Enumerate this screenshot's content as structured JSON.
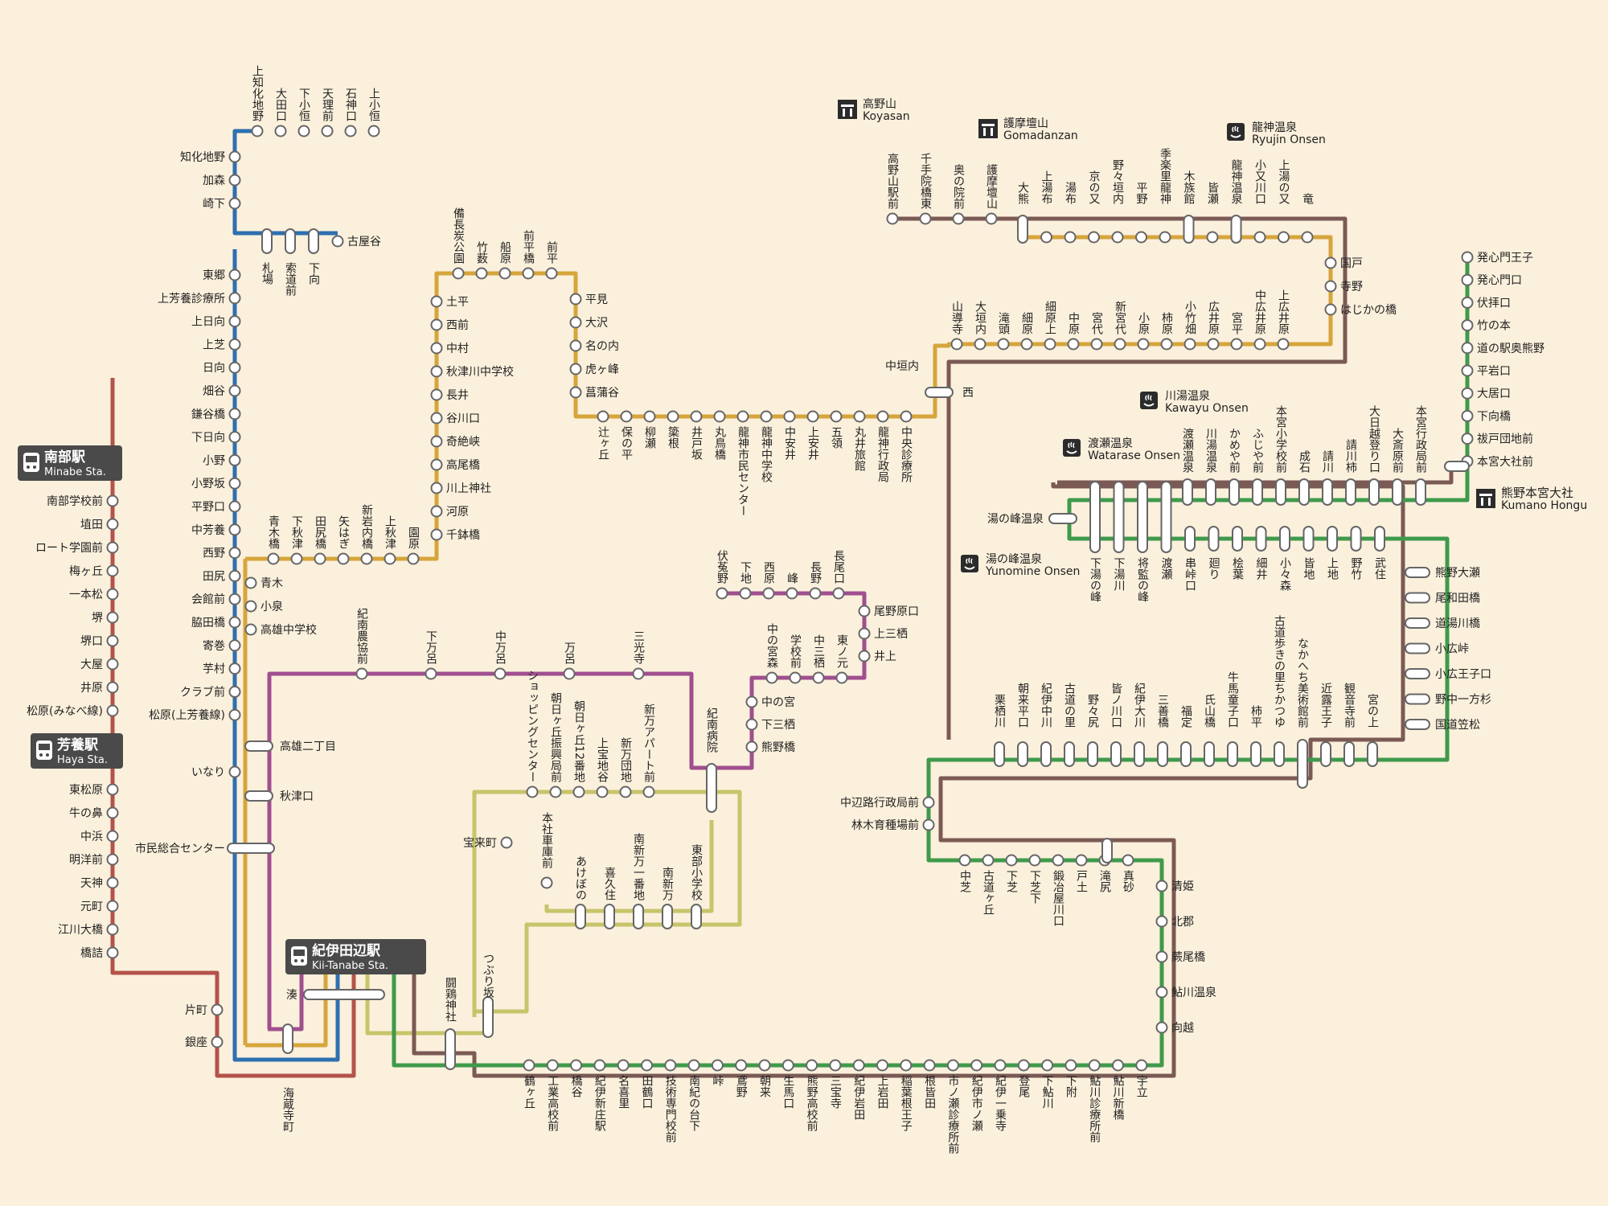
{
  "colors": {
    "red": "#b5524a",
    "blue": "#2e6fb0",
    "yellow": "#d6a53b",
    "purple": "#a04f8f",
    "olive": "#c6c56a",
    "brown": "#7b5a55",
    "green": "#3f9a4b"
  },
  "terminals": {
    "minabe": {
      "ja": "南部駅",
      "en": "Minabe Sta."
    },
    "haya": {
      "ja": "芳養駅",
      "en": "Haya Sta."
    },
    "kiitanabe": {
      "ja": "紀伊田辺駅",
      "en": "Kii-Tanabe Sta."
    }
  },
  "destinations": {
    "koyasan": {
      "ja": "高野山",
      "en": "Koyasan"
    },
    "gomadanzan": {
      "ja": "護摩壇山",
      "en": "Gomadanzan"
    },
    "ryujin": {
      "ja": "龍神温泉",
      "en": "Ryujin Onsen"
    },
    "kawayu": {
      "ja": "川湯温泉",
      "en": "Kawayu Onsen"
    },
    "watarase": {
      "ja": "渡瀬温泉",
      "en": "Watarase Onsen"
    },
    "yunomine": {
      "ja": "湯の峰温泉",
      "en": "Yunomine Onsen"
    },
    "hongu": {
      "ja": "熊野本宮大社",
      "en": "Kumano Hongu"
    }
  },
  "stations": {
    "red": [
      "南部学校前",
      "埴田",
      "ロート学園前",
      "梅ヶ丘",
      "一本松",
      "堺",
      "堺口",
      "大屋",
      "井原",
      "松原(みなべ線)",
      "東松原",
      "牛の鼻",
      "中浜",
      "明洋前",
      "天神",
      "元町",
      "江川大橋",
      "橋詰",
      "片町",
      "銀座"
    ],
    "blue_top": [
      "上知化地野",
      "大田口",
      "下小恒",
      "天理前",
      "石神口",
      "上小恒"
    ],
    "blue_v": [
      "知化地野",
      "加森",
      "崎下"
    ],
    "blue_mid": [
      "札場",
      "索道前",
      "下向"
    ],
    "blue_koyadani": [
      "古屋谷"
    ],
    "blue_down": [
      "東郷",
      "上芳養診療所",
      "上日向",
      "上芝",
      "日向",
      "畑谷",
      "鎌谷橋",
      "下日向",
      "小野",
      "小野坂",
      "平野口",
      "中芳養",
      "西野",
      "田尻",
      "会館前",
      "脇田橋",
      "寄巻",
      "芋村",
      "クラブ前",
      "松原(上芳養線)"
    ],
    "common_left": [
      "いなり",
      "市民総合センター",
      "海蔵寺町",
      "湊"
    ],
    "yellow_bot": [
      "青木橋",
      "下秋津",
      "田尻橋",
      "矢はぎ",
      "新岩内橋",
      "上秋津",
      "園原"
    ],
    "yellow_left": [
      "青木",
      "小泉",
      "高雄中学校"
    ],
    "yellow_right": [
      "土平",
      "西前",
      "中村",
      "秋津川中学校",
      "長井",
      "谷川口",
      "奇絶峡",
      "高尾橋",
      "川上神社",
      "河原",
      "千鉢橋"
    ],
    "yellow_top": [
      "備長炭公園",
      "竹薮",
      "船原",
      "前平橋",
      "前平"
    ],
    "yellow_r2": [
      "平見",
      "大沢",
      "名の内",
      "虎ヶ峰",
      "菖蒲谷"
    ],
    "yellow_bot2": [
      "辻ヶ丘",
      "保の平",
      "柳瀬",
      "簗根",
      "井戸坂",
      "丸鳥橋",
      "龍神市民センター",
      "龍神中学校",
      "中安井",
      "上安井",
      "五領",
      "丸井旅館",
      "龍神行政局",
      "中央診療所"
    ],
    "yellow_north": [
      "中垣内",
      "西"
    ],
    "yellow_row": [
      "山導寺",
      "大垣内",
      "滝頭",
      "細原",
      "細原上",
      "中原",
      "宮代",
      "新宮代",
      "小原",
      "柿原",
      "小竹畑",
      "広井原",
      "宮平",
      "中広井原",
      "上広井原"
    ],
    "yellow_top2": [
      "大熊",
      "上湯布",
      "湯布",
      "京の又",
      "野々垣内",
      "平野",
      "季楽里龍神",
      "木族館",
      "皆瀬",
      "龍神温泉",
      "小又川口",
      "上湯の又",
      "竜"
    ],
    "brown_koya": [
      "高野山駅前",
      "千手院橋東",
      "奥の院前",
      "護摩壇山"
    ],
    "brown_right": [
      "国戸",
      "寺野",
      "はじかの橋"
    ],
    "purple_top": [
      "紀南農協前",
      "下万呂",
      "中万呂",
      "万呂",
      "三光寺"
    ],
    "purple_up": [
      "紀南病院"
    ],
    "purple_box": [
      "伏菟野",
      "下地",
      "西原",
      "峰",
      "長野",
      "長尾口"
    ],
    "purple_box_r": [
      "尾野原口",
      "上三栖",
      "井上"
    ],
    "purple_box_b": [
      "中の宮森",
      "学校前",
      "中三栖",
      "東ノ元"
    ],
    "purple_box_l": [
      "中の宮",
      "下三栖",
      "熊野橋"
    ],
    "purple_left": [
      "高雄二丁目",
      "秋津口"
    ],
    "olive_top": [
      "ショッピングセンター",
      "朝日ヶ丘振興局前",
      "朝日ヶ丘12番地",
      "上宝地谷",
      "新万団地",
      "新万アパート前"
    ],
    "olive_left": [
      "宝来町",
      "つぶり坂"
    ],
    "olive_loop": [
      "本社車庫前",
      "あけぼの",
      "喜久住",
      "南新万一番地",
      "南新万",
      "東部小学校"
    ],
    "bottom": [
      "鶴ヶ丘",
      "工業高校前",
      "橋谷",
      "紀伊新庄駅",
      "名喜里",
      "田鶴口",
      "技術専門校前",
      "南紀の台下",
      "峠",
      "鳶野",
      "朝来",
      "生馬口",
      "熊野高校前",
      "三宝寺",
      "紀伊岩田",
      "上岩田",
      "稲葉根王子",
      "根皆田",
      "市ノ瀬診療所前",
      "紀伊市ノ瀬",
      "紀伊一乗寺",
      "登尾",
      "下鮎川",
      "下附",
      "鮎川診療所前",
      "鮎川新橋",
      "宇立"
    ],
    "bottom_left": [
      "闘鶏神社"
    ],
    "right_v": [
      "清姫",
      "北郡",
      "蕨尾橋",
      "鮎川温泉",
      "向越"
    ],
    "green_up": [
      "中芝",
      "古道ヶ丘",
      "下芝",
      "下芝下",
      "鍛冶屋川口",
      "戸土",
      "滝尻",
      "真砂"
    ],
    "green_left": [
      "中辺路行政局前",
      "林木育種場前"
    ],
    "green_mid": [
      "栗栖川",
      "朝来平口",
      "紀伊中川",
      "古道の里",
      "野々尻",
      "皆ノ川口",
      "紀伊大川",
      "三善橋",
      "福定",
      "氏山橋",
      "牛馬童子口",
      "柿平",
      "古道歩きの里ちかつゆ",
      "なかへち美術館前",
      "近露王子",
      "観音寺前",
      "宮の上"
    ],
    "green_right": [
      "熊野大瀬",
      "尾和田橋",
      "道湯川橋",
      "小広峠",
      "小広王子口",
      "野中一方杉",
      "国道笠松"
    ],
    "green_row2": [
      "下湯の峰",
      "下湯川",
      "将監の峰",
      "渡瀬",
      "串峠口",
      "廻り",
      "桧葉",
      "細井",
      "小々森",
      "皆地",
      "上地",
      "野竹",
      "武住"
    ],
    "kawayu_row": [
      "渡瀬温泉",
      "川湯温泉",
      "かめや前",
      "ふじや前",
      "本宮小学校前",
      "成石",
      "請川",
      "請川柿",
      "大日越登り口",
      "大斎原前",
      "本宮行政局前"
    ],
    "yunomine": [
      "湯の峰温泉"
    ],
    "hongu_v": [
      "発心門王子",
      "発心門口",
      "伏拝口",
      "竹の本",
      "道の駅奥熊野",
      "平岩口",
      "大居口",
      "下向橋",
      "祓戸団地前",
      "本宮大社前"
    ]
  }
}
